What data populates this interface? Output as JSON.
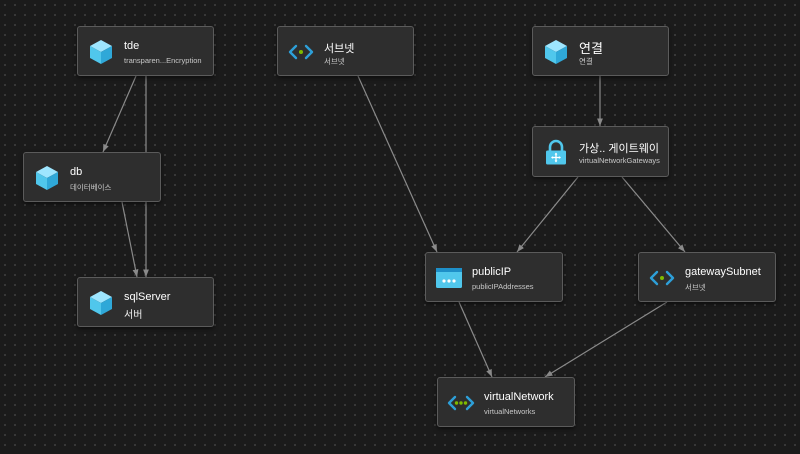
{
  "nodes": {
    "tde": {
      "title": "tde",
      "subtitle": "transparen...Encryption",
      "icon": "cube-icon"
    },
    "db": {
      "title": "db",
      "subtitle": "데이터베이스",
      "icon": "cube-icon"
    },
    "sqlServer": {
      "title": "sqlServer",
      "subtitle": "서버",
      "icon": "cube-icon"
    },
    "subnet": {
      "title": "서브넷",
      "subtitle": "서브넷",
      "icon": "subnet-icon"
    },
    "connection": {
      "title": "연결",
      "subtitle": "연결",
      "icon": "cube-icon"
    },
    "gateway": {
      "title": "가상.. 게이트웨이",
      "subtitle": "virtualNetworkGateways",
      "icon": "lock-icon"
    },
    "publicIP": {
      "title": "publicIP",
      "subtitle": "publicIPAddresses",
      "icon": "public-ip-icon"
    },
    "gatewaySubnet": {
      "title": "gatewaySubnet",
      "subtitle": "서브넷",
      "icon": "subnet-icon"
    },
    "virtualNetwork": {
      "title": "virtualNetwork",
      "subtitle": "virtualNetworks",
      "icon": "vnet-icon"
    }
  },
  "edges": [
    {
      "from": "tde",
      "to": "db"
    },
    {
      "from": "tde",
      "to": "sqlServer"
    },
    {
      "from": "db",
      "to": "sqlServer"
    },
    {
      "from": "subnet",
      "to": "publicIP"
    },
    {
      "from": "connection",
      "to": "gateway"
    },
    {
      "from": "gateway",
      "to": "publicIP"
    },
    {
      "from": "gateway",
      "to": "gatewaySubnet"
    },
    {
      "from": "publicIP",
      "to": "virtualNetwork"
    },
    {
      "from": "gatewaySubnet",
      "to": "virtualNetwork"
    }
  ],
  "colors": {
    "canvas": "#1b1b1b",
    "node_fill": "#2e2e2e",
    "node_border": "#5b5b5b",
    "edge": "#8a8a8a",
    "cube": "#50c7ec",
    "subnet_brackets": "#2d9fd8",
    "subnet_dots": "#7fba00"
  }
}
